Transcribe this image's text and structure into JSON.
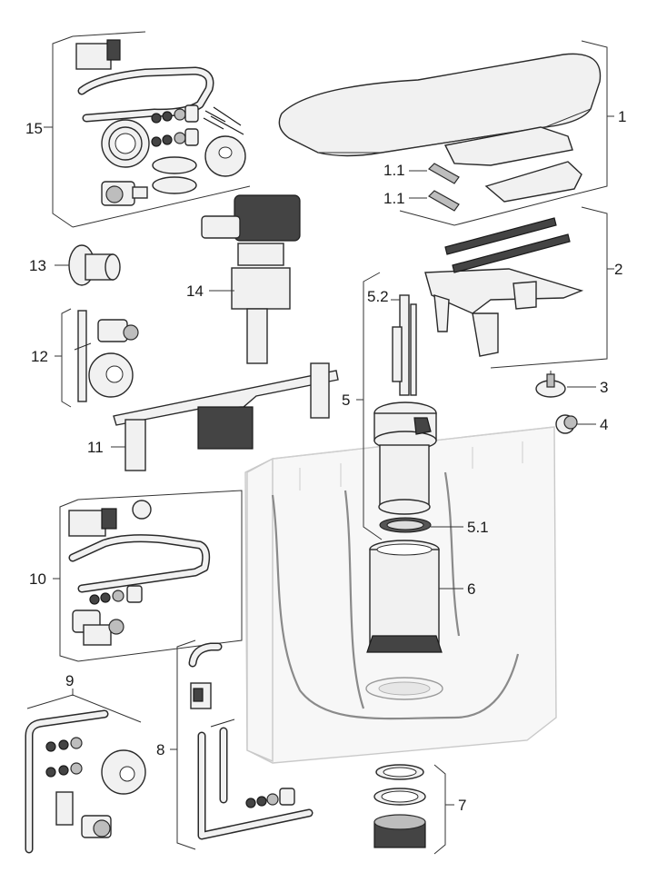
{
  "labels": {
    "l1": "1",
    "l1_1a": "1.1",
    "l1_1b": "1.1",
    "l2": "2",
    "l3": "3",
    "l4": "4",
    "l5": "5",
    "l5_1": "5.1",
    "l5_2": "5.2",
    "l6": "6",
    "l7": "7",
    "l8": "8",
    "l9": "9",
    "l10": "10",
    "l11": "11",
    "l12": "12",
    "l13": "13",
    "l14": "14",
    "l15": "15"
  }
}
